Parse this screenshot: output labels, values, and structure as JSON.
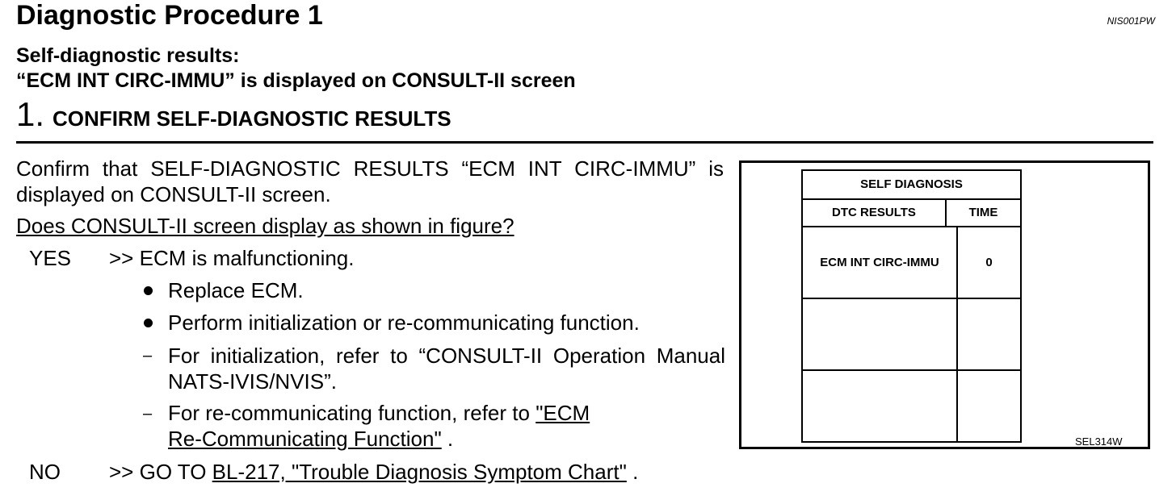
{
  "header": {
    "title": "Diagnostic Procedure 1",
    "doc_code": "NIS001PW"
  },
  "context": {
    "line1": "Self-diagnostic results:",
    "line2": "“ECM INT CIRC-IMMU” is displayed on CONSULT-II screen"
  },
  "step": {
    "number": "1.",
    "title": "CONFIRM SELF-DIAGNOSTIC RESULTS"
  },
  "content": {
    "instruction": "Confirm that SELF-DIAGNOSTIC RESULTS “ECM INT CIRC-IMMU” is displayed on CONSULT-II screen.",
    "question": "Does CONSULT-II screen display as shown in figure?",
    "yes": {
      "label": "YES",
      "arrow": ">>",
      "text": "ECM is malfunctioning.",
      "bullets": [
        "Replace ECM.",
        "Perform initialization or re-communicating function."
      ],
      "dash1": "For initialization, refer to “CONSULT-II Operation Manual NATS-IVIS/NVIS”.",
      "dash2_prefix": "For re-communicating function, refer to ",
      "dash2_link_line1": "\"ECM",
      "dash2_link_line2": "Re-Communicating Function\"",
      "dash2_suffix": " ."
    },
    "no": {
      "label": "NO",
      "arrow": ">>",
      "prefix": "GO TO ",
      "link": "BL-217, \"Trouble Diagnosis Symptom Chart\"",
      "suffix": " ."
    }
  },
  "figure": {
    "screen_title": "SELF DIAGNOSIS",
    "col_results": "DTC RESULTS",
    "col_time": "TIME",
    "row1_result": "ECM INT CIRC-IMMU",
    "row1_time": "0",
    "code": "SEL314W"
  }
}
